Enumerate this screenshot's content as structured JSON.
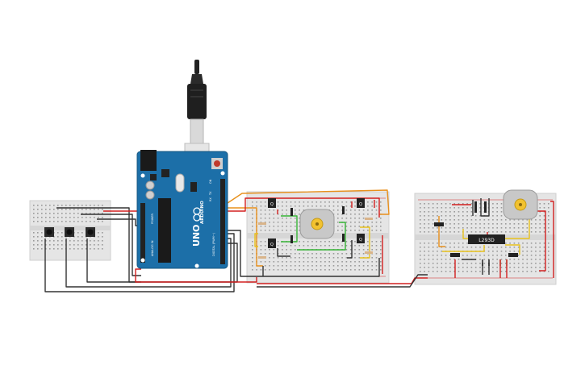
{
  "arduino": {
    "brand_text": "ARDUINO",
    "model_text": "UNO",
    "digital_label": "DIGITAL (PWM~)",
    "analog_label": "ANALOG IN",
    "power_label": "POWER",
    "tx_text": "TX",
    "rx_text": "RX",
    "on_text": "ON"
  },
  "driver_chip": {
    "label": "L293D"
  },
  "colors": {
    "board_blue": "#1c6fa8",
    "breadboard": "#e6e6e6",
    "wire_black": "#333333",
    "wire_red": "#d32020",
    "wire_orange": "#e8901c",
    "wire_yellow": "#e8c21c",
    "wire_green": "#36b436",
    "motor_body": "#c8c8c8",
    "motor_hub": "#f2c230"
  },
  "icons": [
    "usb-plug-icon",
    "motor-icon",
    "push-button-icon",
    "transistor-icon",
    "resistor-icon",
    "diode-icon",
    "capacitor-icon"
  ]
}
